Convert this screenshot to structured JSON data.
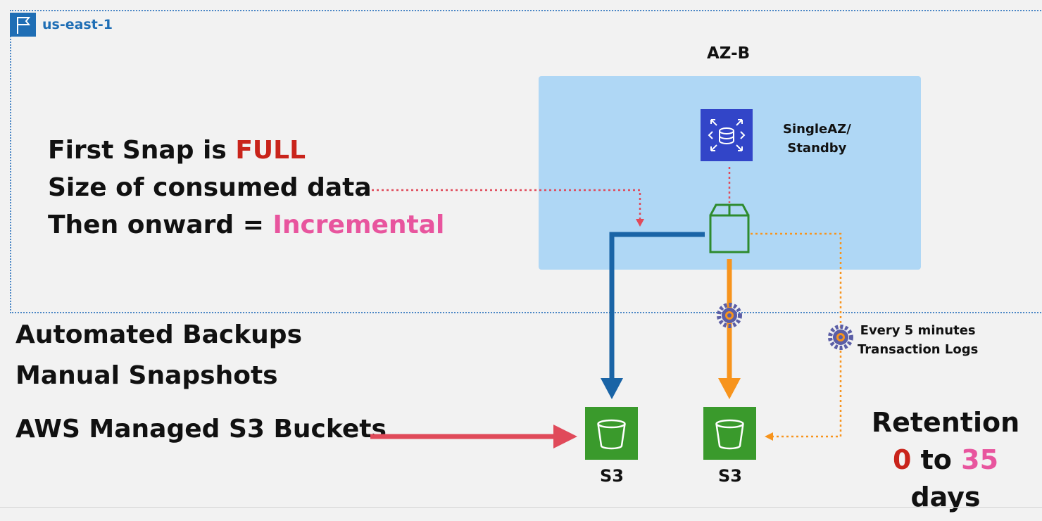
{
  "region": {
    "label": "us-east-1",
    "icon": "flag-icon"
  },
  "az": {
    "label": "AZ-B",
    "note_line1": "SingleAZ/",
    "note_line2": "Standby"
  },
  "left_text": {
    "line1_prefix": "First Snap is ",
    "line1_highlight": "FULL",
    "line2": "Size of consumed data",
    "line3_prefix": "Then onward = ",
    "line3_highlight": "Incremental"
  },
  "bottom_text": {
    "automated": "Automated Backups",
    "manual": "Manual Snapshots",
    "managed": "AWS Managed S3 Buckets"
  },
  "buckets": [
    {
      "label": "S3"
    },
    {
      "label": "S3"
    }
  ],
  "schedule": {
    "line1": "Every 5 minutes",
    "line2": "Transaction Logs"
  },
  "retention": {
    "title": "Retention",
    "min": "0",
    "middle": " to ",
    "max": "35",
    "unit": " days"
  },
  "colors": {
    "blue": "#1a64a6",
    "orange": "#f7941d",
    "red_arrow": "#e04a5a",
    "full": "#c9241b",
    "incremental": "#e8559e",
    "rds": "#3245c8",
    "s3": "#3a9a2c",
    "snapshot_green": "#2e8b2e"
  },
  "icons": [
    "flag-icon",
    "rds-database-icon",
    "snapshot-box-icon",
    "gear-icon",
    "s3-bucket-icon"
  ]
}
